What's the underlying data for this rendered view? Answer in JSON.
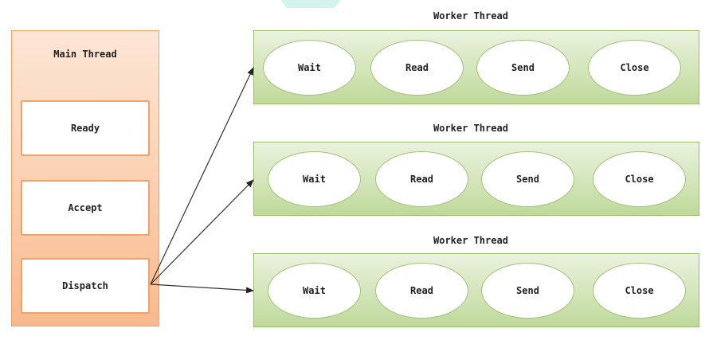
{
  "diagram": {
    "main_thread": {
      "title": "Main Thread",
      "steps": [
        "Ready",
        "Accept",
        "Dispatch"
      ]
    },
    "worker_threads": [
      {
        "title": "Worker Thread",
        "states": [
          "Wait",
          "Read",
          "Send",
          "Close"
        ]
      },
      {
        "title": "Worker Thread",
        "states": [
          "Wait",
          "Read",
          "Send",
          "Close"
        ]
      },
      {
        "title": "Worker Thread",
        "states": [
          "Wait",
          "Read",
          "Send",
          "Close"
        ]
      }
    ],
    "edges": [
      {
        "from": "Dispatch",
        "to": "Worker Thread 1"
      },
      {
        "from": "Dispatch",
        "to": "Worker Thread 2"
      },
      {
        "from": "Dispatch",
        "to": "Worker Thread 3"
      }
    ],
    "colors": {
      "main_fill_top": "#fde6d6",
      "main_fill_bottom": "#f8b98c",
      "main_border": "#f0a060",
      "worker_fill_top": "#eaf2de",
      "worker_fill_bottom": "#bfd99a",
      "worker_border": "#9cbf6a",
      "arrow": "#222222",
      "watermark": "#bfeee6"
    }
  }
}
